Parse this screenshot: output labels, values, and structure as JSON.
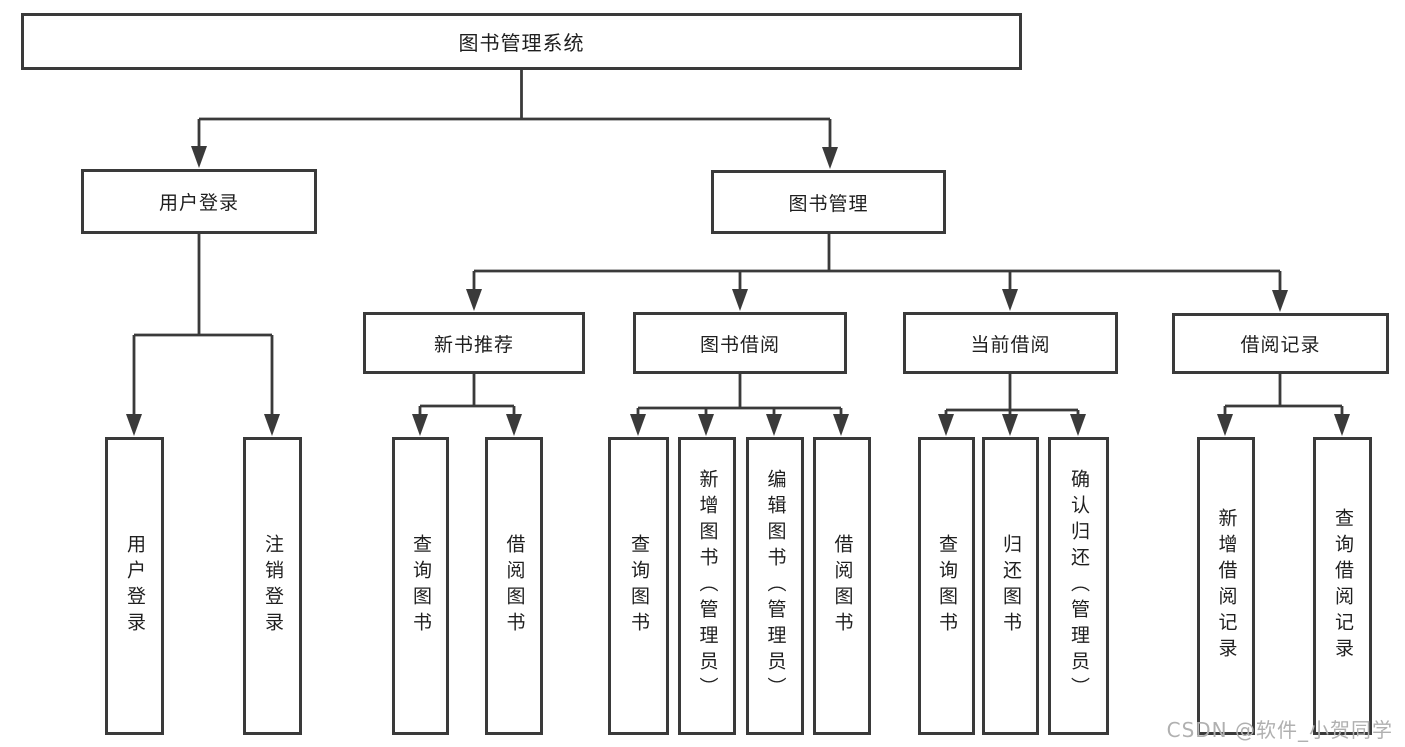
{
  "diagram": {
    "root": {
      "label": "图书管理系统",
      "children": [
        {
          "label": "用户登录",
          "children": [
            {
              "label": "用户登录"
            },
            {
              "label": "注销登录"
            }
          ]
        },
        {
          "label": "图书管理",
          "children": [
            {
              "label": "新书推荐",
              "children": [
                {
                  "label": "查询图书"
                },
                {
                  "label": "借阅图书"
                }
              ]
            },
            {
              "label": "图书借阅",
              "children": [
                {
                  "label": "查询图书"
                },
                {
                  "label": "新增图书（管理员）"
                },
                {
                  "label": "编辑图书（管理员）"
                },
                {
                  "label": "借阅图书"
                }
              ]
            },
            {
              "label": "当前借阅",
              "children": [
                {
                  "label": "查询图书"
                },
                {
                  "label": "归还图书"
                },
                {
                  "label": "确认归还（管理员）"
                }
              ]
            },
            {
              "label": "借阅记录",
              "children": [
                {
                  "label": "新增借阅记录"
                },
                {
                  "label": "查询借阅记录"
                }
              ]
            }
          ]
        }
      ]
    }
  },
  "watermark": {
    "text": "CSDN @软件_小贺同学"
  },
  "colors": {
    "line": "#3a3a3a",
    "text": "#1f1f1f",
    "watermark": "#b0b0b0",
    "background": "#ffffff"
  }
}
